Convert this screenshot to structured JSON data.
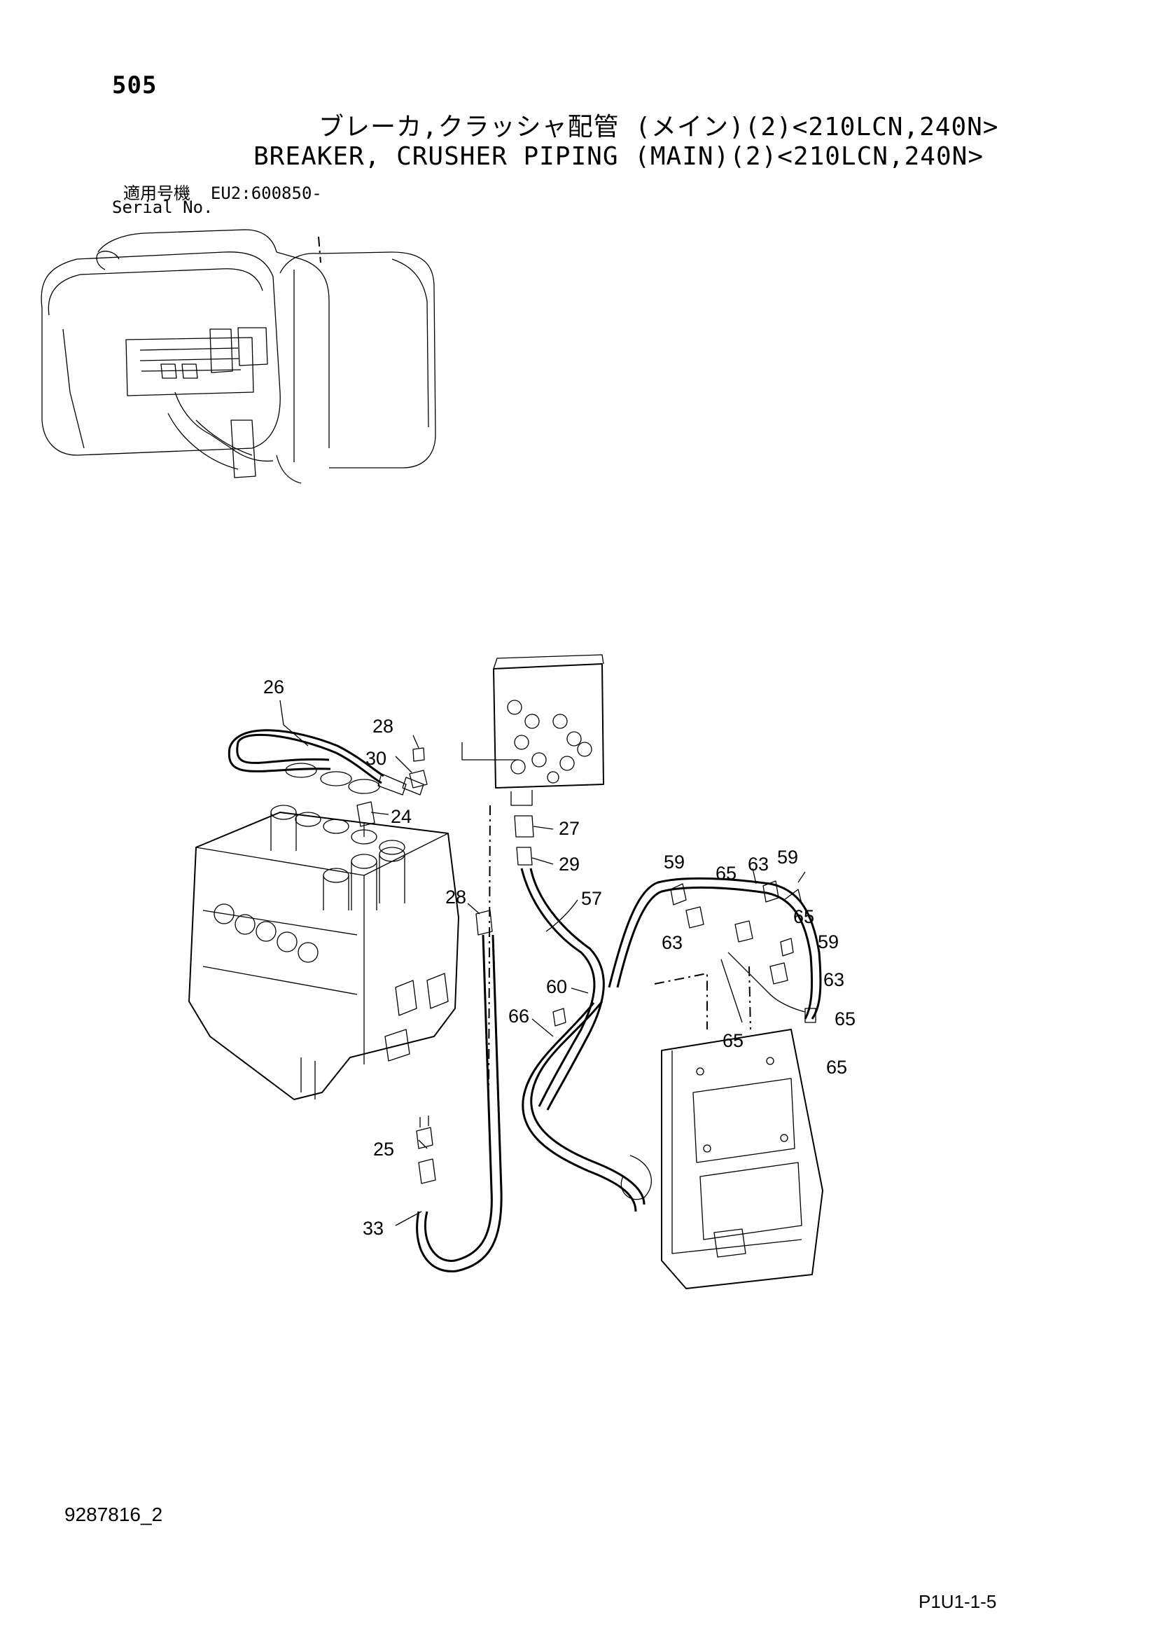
{
  "header": {
    "page_number": "505",
    "title_jp": "ブレーカ,クラッシャ配管 (メイン)(2)<210LCN,240N>",
    "title_en": "BREAKER, CRUSHER PIPING (MAIN)(2)<210LCN,240N>",
    "serial_label_jp": "適用号機",
    "serial_value": "EU2:600850-",
    "serial_label_en": "Serial No."
  },
  "callouts": [
    "26",
    "28",
    "30",
    "24",
    "27",
    "29",
    "28",
    "57",
    "59",
    "65",
    "63",
    "59",
    "63",
    "65",
    "59",
    "63",
    "60",
    "66",
    "65",
    "65",
    "65",
    "25",
    "33"
  ],
  "footer": {
    "doc_number": "9287816_2",
    "page_code": "P1U1-1-5"
  }
}
